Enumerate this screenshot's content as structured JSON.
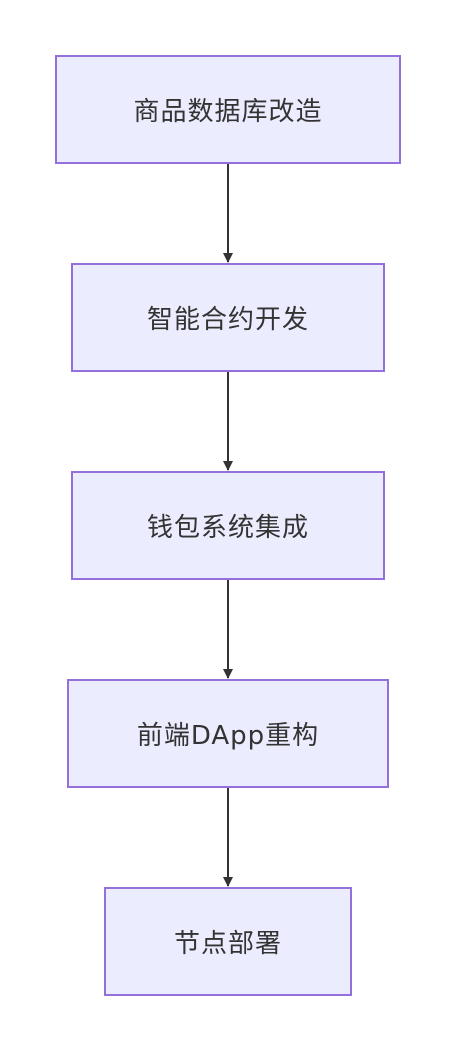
{
  "flowchart": {
    "nodes": [
      {
        "id": "n1",
        "label": "商品数据库改造"
      },
      {
        "id": "n2",
        "label": "智能合约开发"
      },
      {
        "id": "n3",
        "label": "钱包系统集成"
      },
      {
        "id": "n4",
        "label": "前端DApp重构"
      },
      {
        "id": "n5",
        "label": "节点部署"
      }
    ],
    "edges": [
      {
        "from": "n1",
        "to": "n2"
      },
      {
        "from": "n2",
        "to": "n3"
      },
      {
        "from": "n3",
        "to": "n4"
      },
      {
        "from": "n4",
        "to": "n5"
      }
    ]
  },
  "colors": {
    "node_fill": "#ECECFF",
    "node_border": "#9370DB",
    "edge": "#333333",
    "text": "#333333"
  }
}
